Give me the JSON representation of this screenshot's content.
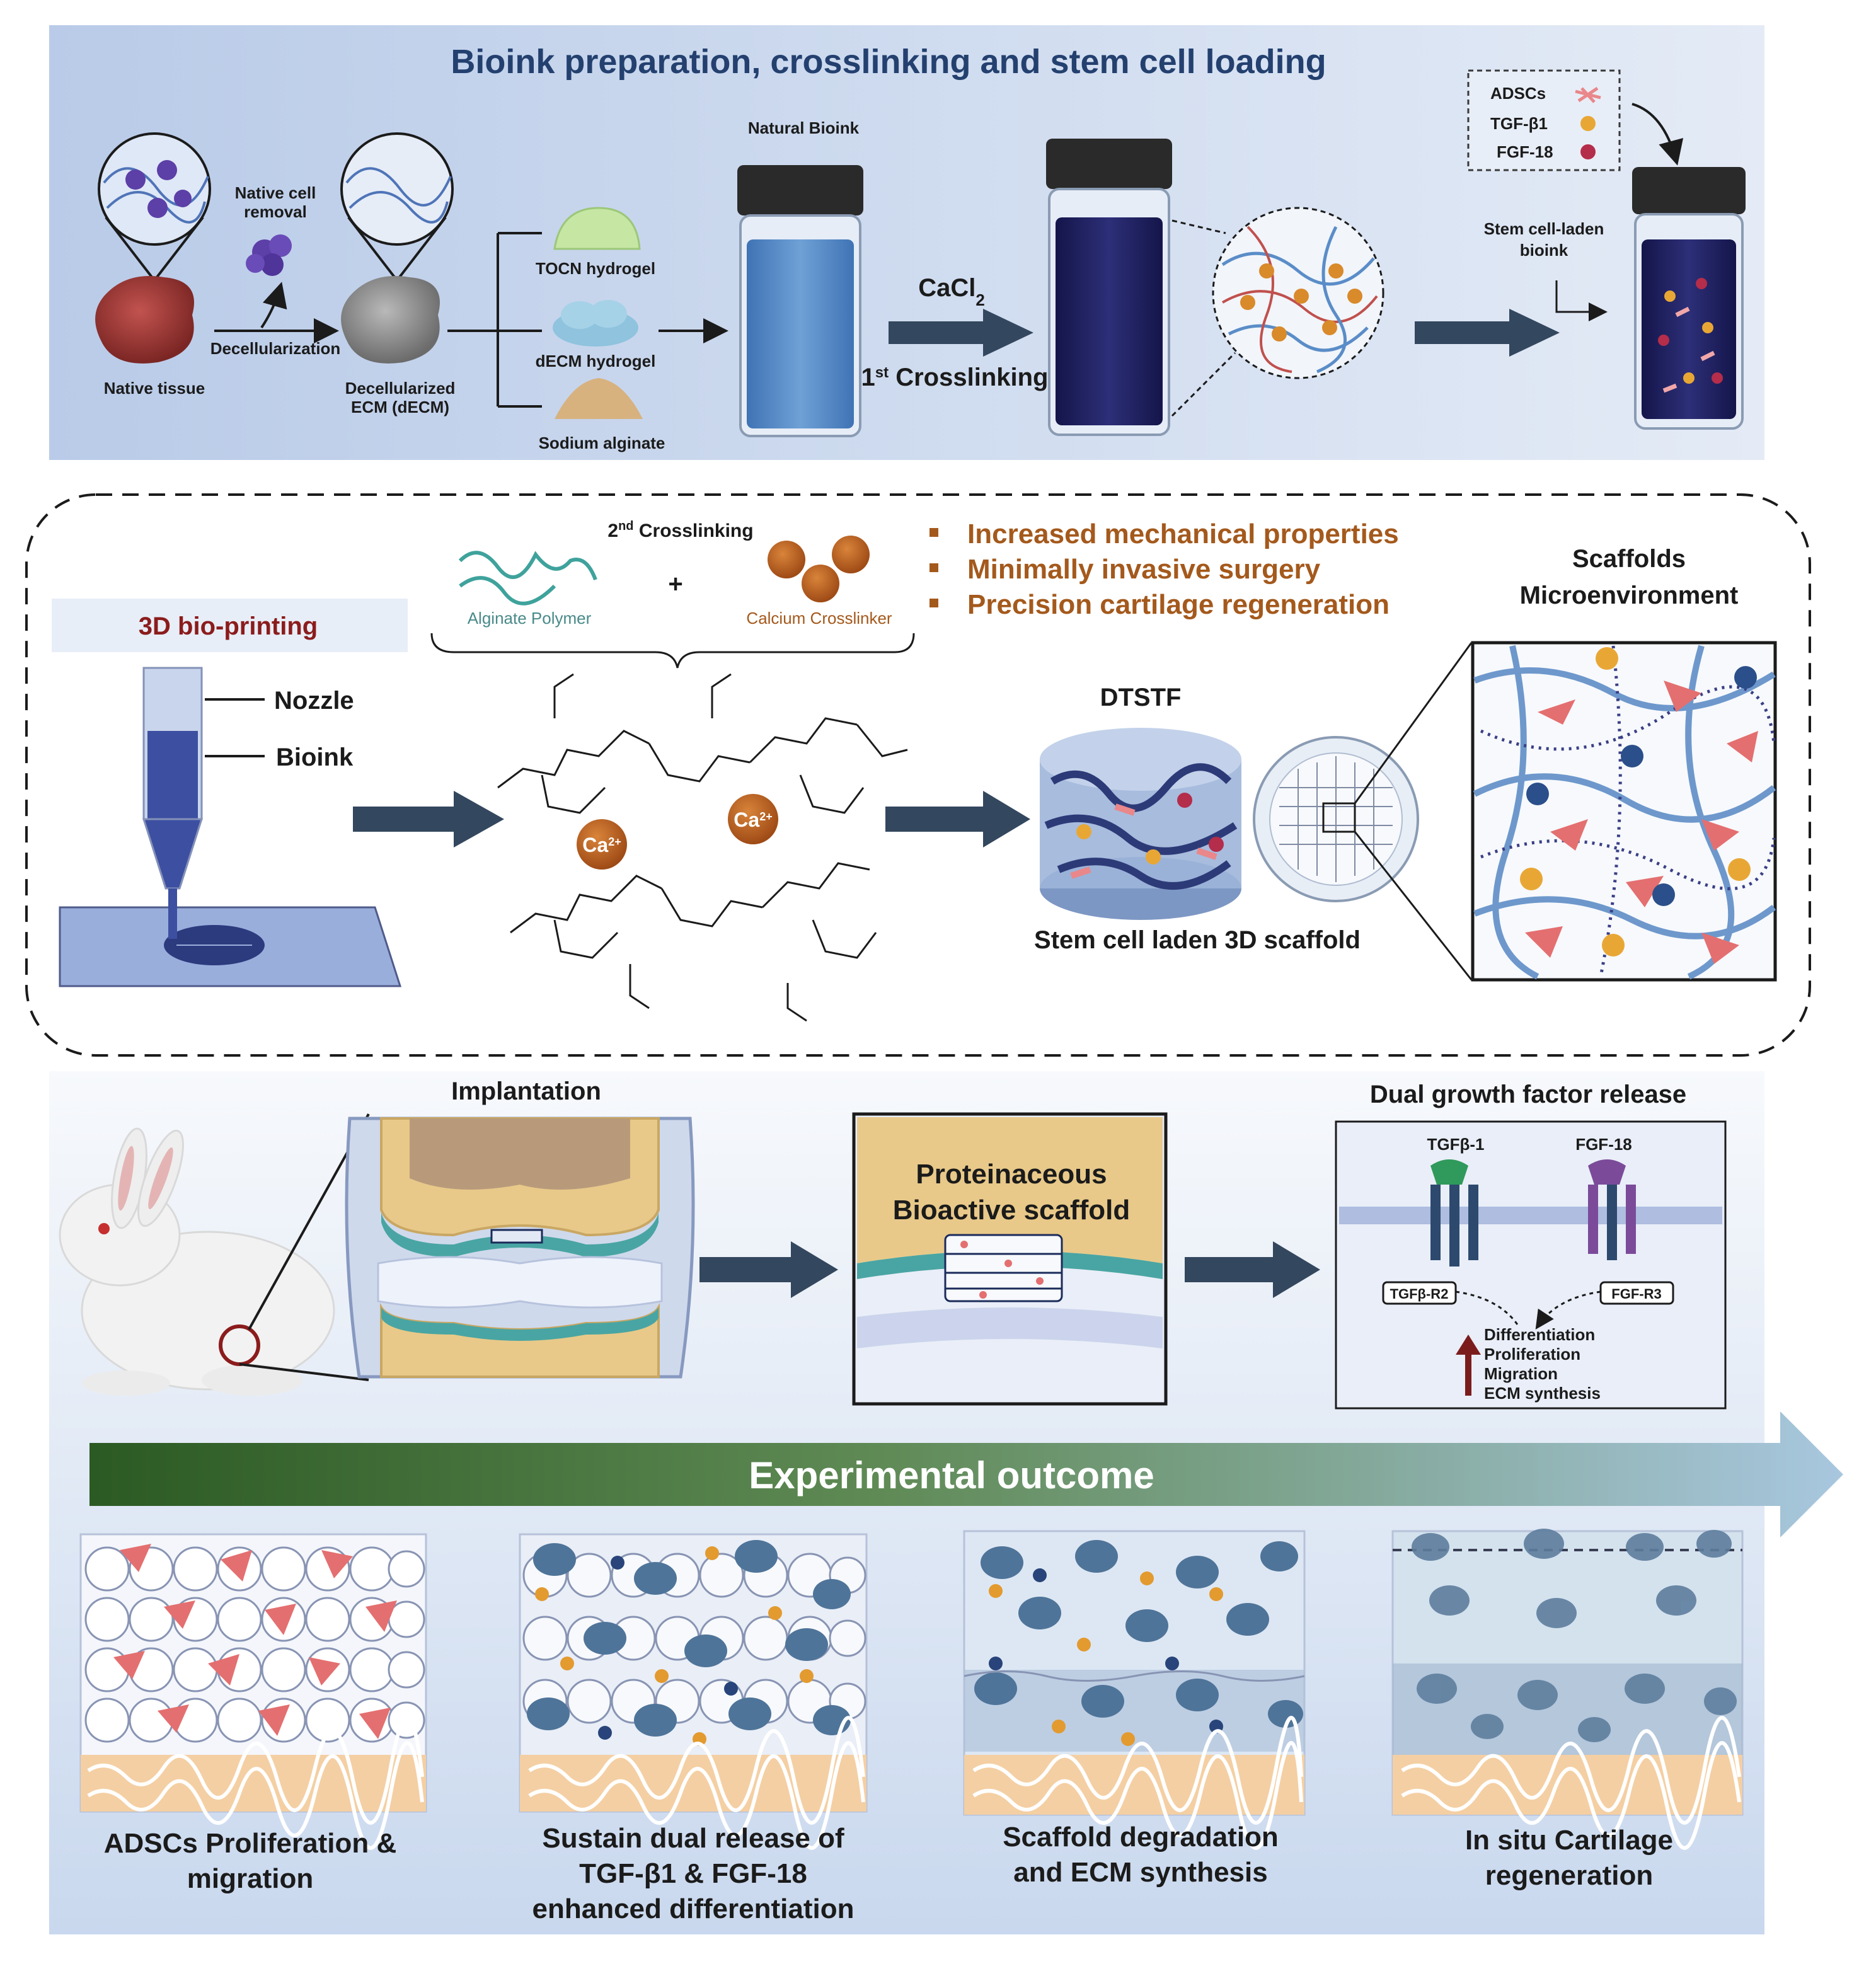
{
  "panel1": {
    "title": "Bioink preparation, crosslinking and stem cell loading",
    "native_cell_removal": [
      "Native cell",
      "removal"
    ],
    "native_tissue": "Native tissue",
    "decellularization": "Decellularization",
    "dECM_label": [
      "Decellularized",
      "ECM (dECM)"
    ],
    "tocn": "TOCN hydrogel",
    "decm_hydrogel": "dECM hydrogel",
    "alginate": "Sodium alginate",
    "natural_bioink": "Natural Bioink",
    "cacl2": "CaCl",
    "cacl2_sub": "2",
    "first_crosslink_num": "1",
    "first_crosslink_sup": "st",
    "first_crosslink_text": " Crosslinking",
    "legend": [
      {
        "label": "ADSCs",
        "color": "#e9878a"
      },
      {
        "label": "TGF-β1",
        "color": "#e8a735"
      },
      {
        "label": "FGF-18",
        "color": "#b42d4a"
      }
    ],
    "stem_cell_bioink": [
      "Stem cell-laden",
      "bioink"
    ]
  },
  "panel2": {
    "bioprinting": "3D bio-printing",
    "nozzle": "Nozzle",
    "bioink": "Bioink",
    "second_crosslink_num": "2",
    "second_crosslink_sup": "nd",
    "second_crosslink_text": " Crosslinking",
    "alginate_polymer": "Alginate Polymer",
    "plus": "+",
    "calcium_crosslinker": "Calcium Crosslinker",
    "ca_ion": "Ca",
    "ca_sup": "2+",
    "bullets": [
      "Increased mechanical properties",
      "Minimally invasive surgery",
      "Precision cartilage regeneration"
    ],
    "dtstf": "DTSTF",
    "scaffold_caption": "Stem cell laden 3D scaffold",
    "micro_title": [
      "Scaffolds",
      "Microenvironment"
    ]
  },
  "panel3": {
    "implantation": "Implantation",
    "proteinaceous": [
      "Proteinaceous",
      "Bioactive scaffold"
    ],
    "dual_release": "Dual growth factor release",
    "tgf": "TGFβ-1",
    "fgf": "FGF-18",
    "tgf_r2": "TGFβ-R2",
    "fgf_r3": "FGF-R3",
    "effects": [
      "Differentiation",
      "Proliferation",
      "Migration",
      "ECM synthesis"
    ]
  },
  "outcome": {
    "banner": "Experimental outcome",
    "captions": [
      [
        "ADSCs Proliferation &",
        "migration"
      ],
      [
        "Sustain dual release of",
        "TGF-β1 & FGF-18",
        "enhanced differentiation"
      ],
      [
        "Scaffold degradation",
        "and ECM synthesis"
      ],
      [
        "In situ Cartilage",
        "regeneration"
      ]
    ]
  },
  "colors": {
    "panel_blue": "#c7d5ec",
    "arrow": "#33475e",
    "bullet_orange": "#a4591c",
    "title_blue": "#23406f",
    "bioink_dark": "#1d1e57"
  }
}
